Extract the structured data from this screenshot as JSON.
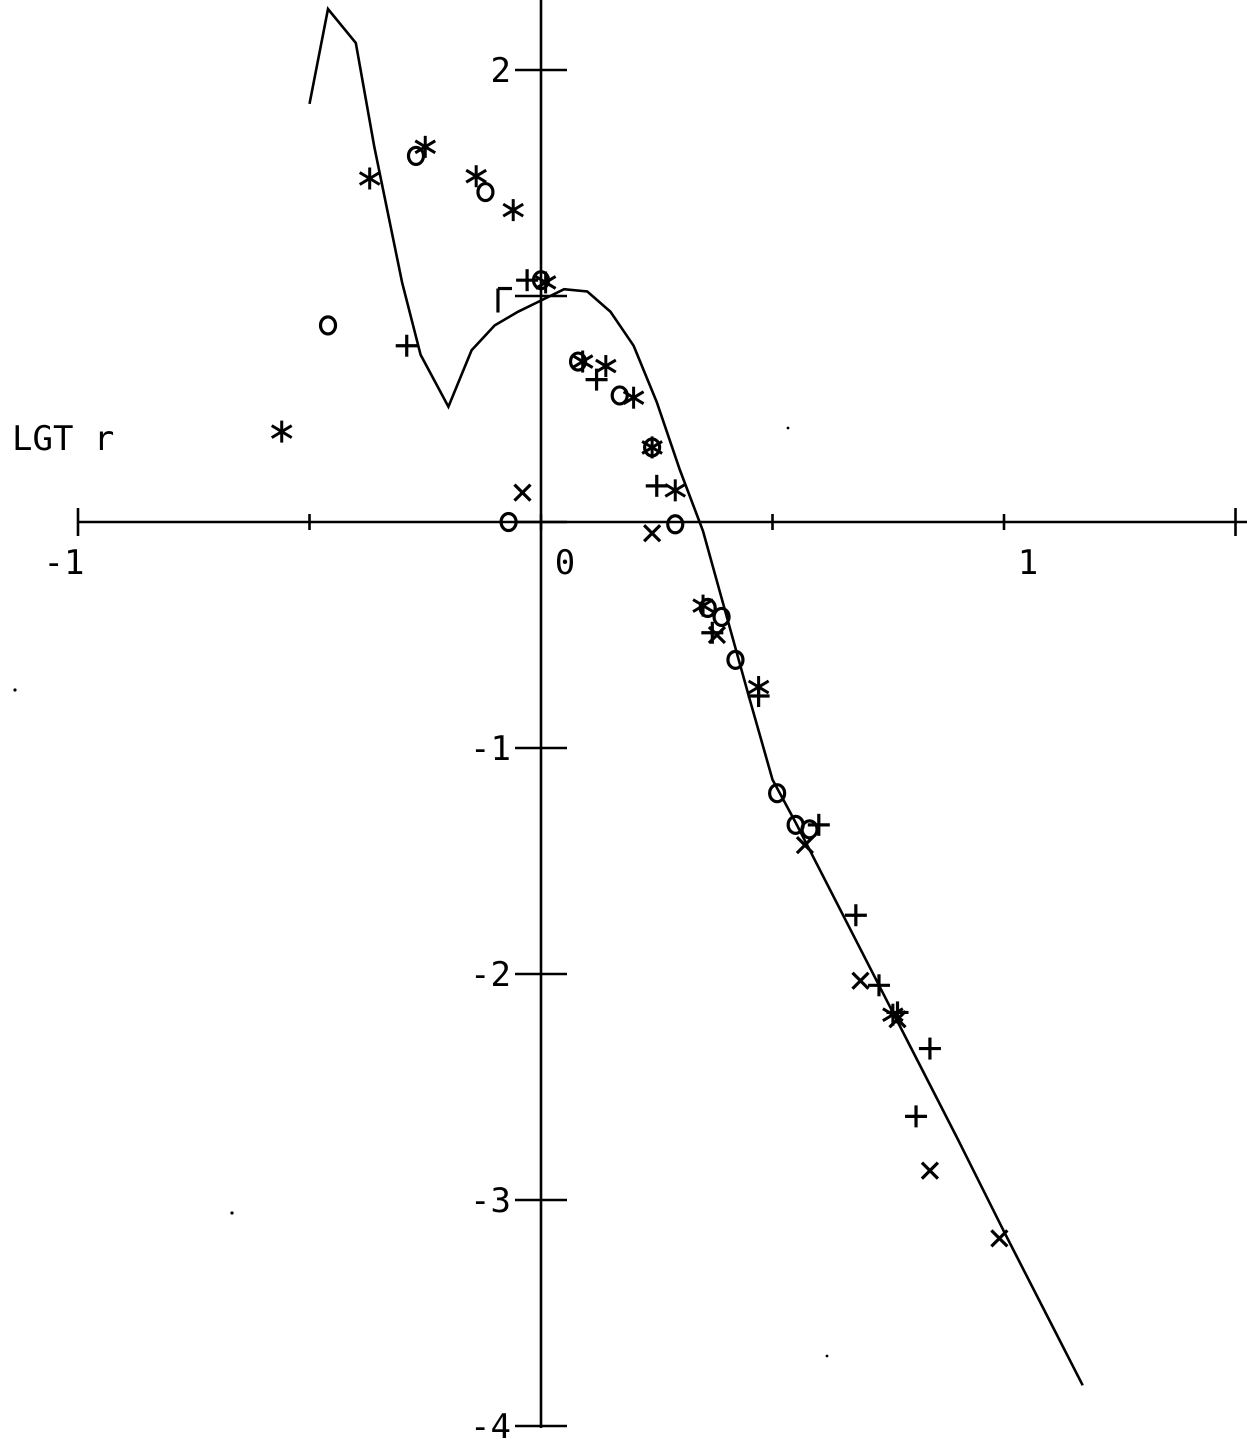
{
  "chart_data": {
    "type": "scatter",
    "title": "",
    "xlabel": "",
    "ylabel": "LGT r",
    "xlim": [
      -1,
      1.5
    ],
    "ylim": [
      -4,
      2.3
    ],
    "grid": false,
    "x_ticks": [
      -1,
      -0.5,
      0,
      0.5,
      1,
      1.5
    ],
    "x_tick_labels": [
      {
        "value": -1,
        "label": "-1"
      },
      {
        "value": 0,
        "label": "0"
      },
      {
        "value": 1,
        "label": "1"
      }
    ],
    "y_ticks": [
      2,
      1,
      0,
      -1,
      -2,
      -3,
      -4
    ],
    "y_tick_labels": [
      {
        "value": 2,
        "label": "2"
      },
      {
        "value": -1,
        "label": "-1"
      },
      {
        "value": -2,
        "label": "-2"
      },
      {
        "value": -3,
        "label": "-3"
      },
      {
        "value": -4,
        "label": "-4"
      }
    ],
    "curve": {
      "x": [
        -0.5,
        -0.46,
        -0.4,
        -0.36,
        -0.3,
        -0.26,
        -0.2,
        -0.15,
        -0.1,
        -0.05,
        0.0,
        0.05,
        0.1,
        0.15,
        0.2,
        0.25,
        0.3,
        0.35,
        0.4,
        0.45,
        0.5,
        0.55,
        0.6,
        0.7,
        0.8,
        0.9,
        1.0,
        1.1,
        1.17
      ],
      "y": [
        1.85,
        2.27,
        2.12,
        1.66,
        1.06,
        0.74,
        0.51,
        0.76,
        0.87,
        0.93,
        0.98,
        1.03,
        1.02,
        0.93,
        0.78,
        0.53,
        0.23,
        -0.04,
        -0.41,
        -0.78,
        -1.14,
        -1.33,
        -1.53,
        -1.93,
        -2.33,
        -2.73,
        -3.14,
        -3.54,
        -3.82
      ]
    },
    "series": [
      {
        "marker": "*",
        "points": [
          [
            -0.37,
            1.52
          ],
          [
            -0.25,
            1.66
          ],
          [
            -0.14,
            1.53
          ],
          [
            -0.06,
            1.38
          ],
          [
            -0.56,
            0.4
          ],
          [
            0.01,
            1.06
          ],
          [
            0.09,
            0.71
          ],
          [
            0.14,
            0.69
          ],
          [
            0.2,
            0.55
          ],
          [
            0.24,
            0.33
          ],
          [
            0.29,
            0.14
          ],
          [
            0.35,
            -0.37
          ],
          [
            0.47,
            -0.73
          ],
          [
            0.76,
            -2.18
          ]
        ]
      },
      {
        "marker": "o",
        "points": [
          [
            -0.46,
            0.87
          ],
          [
            -0.27,
            1.62
          ],
          [
            -0.12,
            1.46
          ],
          [
            0.0,
            1.07
          ],
          [
            0.08,
            0.71
          ],
          [
            0.17,
            0.56
          ],
          [
            0.24,
            0.33
          ],
          [
            0.29,
            -0.01
          ],
          [
            -0.07,
            0.0
          ],
          [
            0.36,
            -0.38
          ],
          [
            0.39,
            -0.42
          ],
          [
            0.42,
            -0.61
          ],
          [
            0.51,
            -1.2
          ],
          [
            0.55,
            -1.34
          ],
          [
            0.58,
            -1.36
          ]
        ]
      },
      {
        "marker": "+",
        "points": [
          [
            -0.29,
            0.78
          ],
          [
            -0.03,
            1.07
          ],
          [
            0.12,
            0.63
          ],
          [
            0.25,
            0.16
          ],
          [
            0.37,
            -0.49
          ],
          [
            0.47,
            -0.77
          ],
          [
            0.6,
            -1.34
          ],
          [
            0.68,
            -1.74
          ],
          [
            0.73,
            -2.05
          ],
          [
            0.77,
            -2.17
          ],
          [
            0.84,
            -2.33
          ],
          [
            0.81,
            -2.63
          ]
        ]
      },
      {
        "marker": "x",
        "points": [
          [
            -0.04,
            0.13
          ],
          [
            0.24,
            -0.05
          ],
          [
            0.38,
            -0.5
          ],
          [
            0.57,
            -1.43
          ],
          [
            0.69,
            -2.03
          ],
          [
            0.77,
            -2.2
          ],
          [
            0.84,
            -2.87
          ],
          [
            0.99,
            -3.17
          ]
        ]
      },
      {
        "marker": "Γ",
        "points": [
          [
            -0.08,
            0.98
          ]
        ]
      }
    ]
  }
}
